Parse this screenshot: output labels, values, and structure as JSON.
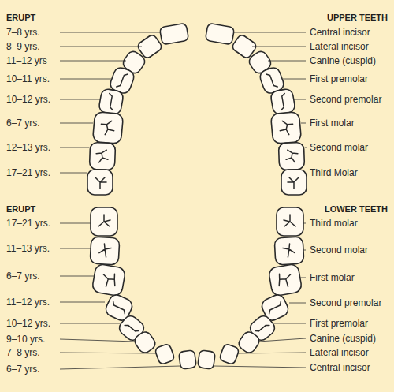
{
  "diagram": {
    "labels": [
      "ERUPT",
      "UPPER TEETH",
      "7–8 yrs.",
      "8–9 yrs.",
      "11–12 yrs",
      "10–11 yrs.",
      "10–12 yrs.",
      "6–7 yrs.",
      "12–13 yrs.",
      "17–21 yrs.",
      "Central incisor",
      "Lateral incisor",
      "Canine (cuspid)",
      "First premolar",
      "Second premolar",
      "First molar",
      "Second molar",
      "Third Molar",
      "ERUPT",
      "LOWER TEETH",
      "17–21 yrs.",
      "11–13 yrs.",
      "6–7 yrs.",
      "11–12 yrs.",
      "10–12 yrs.",
      "9–10 yrs.",
      "7–8 yrs.",
      "6–7 yrs.",
      "Third molar",
      "Second molar",
      "First molar",
      "Second premolar",
      "First premolar",
      "Canine (cuspid)",
      "Lateral incisor",
      "Central incisor"
    ]
  }
}
